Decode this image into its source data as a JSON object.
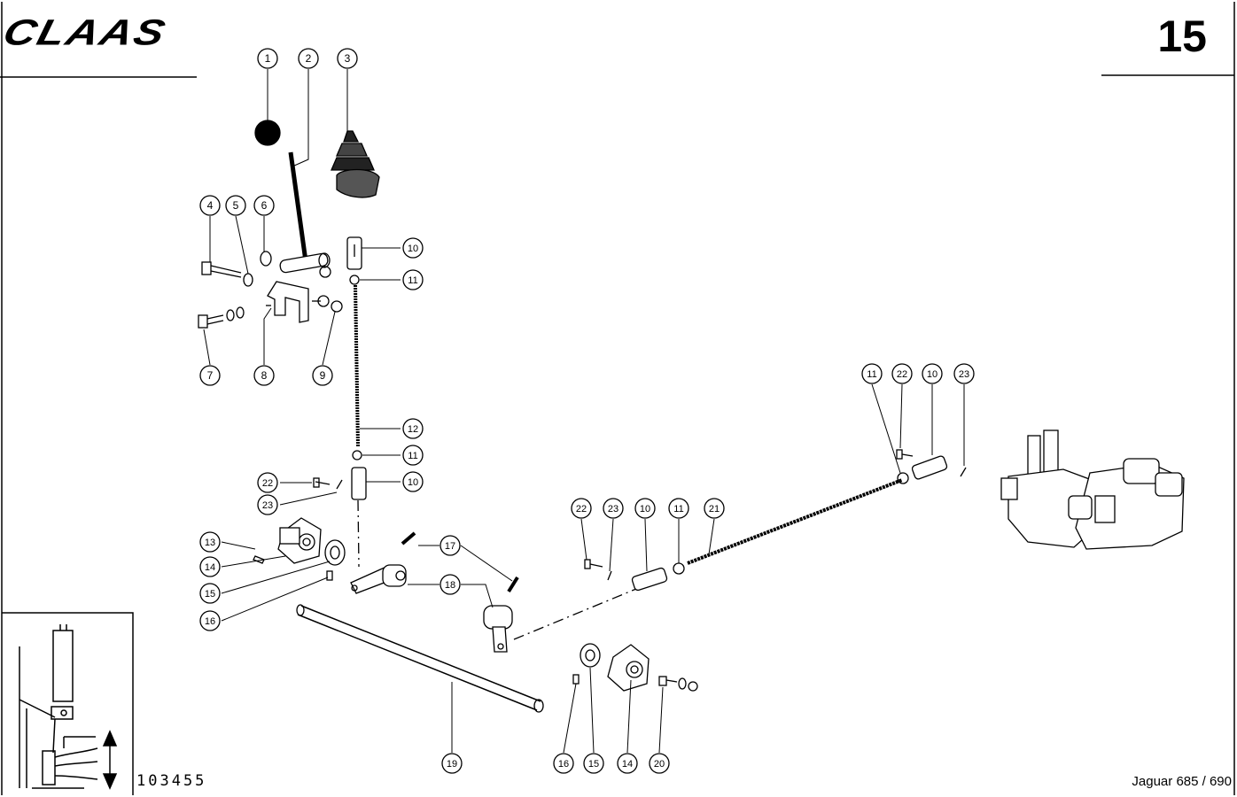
{
  "header": {
    "brand": "CLAAS",
    "page_number": "15"
  },
  "footer": {
    "drawing_number": "103455",
    "model": "Jaguar 685 / 690"
  },
  "callouts": [
    "1",
    "2",
    "3",
    "4",
    "5",
    "6",
    "7",
    "8",
    "9",
    "10",
    "11",
    "12",
    "13",
    "14",
    "15",
    "16",
    "17",
    "18",
    "19",
    "20",
    "21",
    "22",
    "23"
  ]
}
